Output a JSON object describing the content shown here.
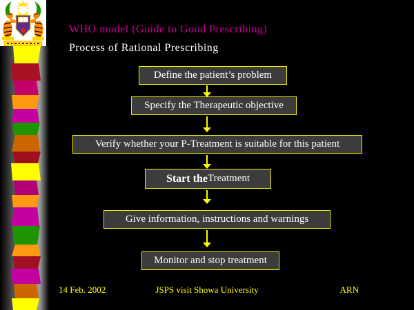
{
  "slide": {
    "title": "WHO model (Guide to Good Prescribing)",
    "subtitle": "Process of Rational Prescribing"
  },
  "flowchart": {
    "steps": [
      {
        "text": "Define the patient’s problem"
      },
      {
        "text": "Specify the Therapeutic objective"
      },
      {
        "text": "Verify whether your P-Treatment is suitable for this patient"
      },
      {
        "text_bold": "Start the",
        "text_regular": " Treatment"
      },
      {
        "text": "Give information, instructions and warnings"
      },
      {
        "text": "Monitor and stop treatment"
      }
    ]
  },
  "footer": {
    "date": "14 Feb. 2002",
    "center": "JSPS visit Showa University",
    "right": "ARN"
  },
  "colors": {
    "background": "#000000",
    "title": "#CC0099",
    "text": "#FFFFFF",
    "yellow": "#FFFF00",
    "box_fill": "#3C3C3C",
    "box_border": "#F0F000"
  },
  "decorations": {
    "crest_icon": "university-coat-of-arms",
    "strip_blocks": [
      {
        "c": "#FFFF00",
        "h": 25
      },
      {
        "c": "#AA1122",
        "h": 25
      },
      {
        "c": "#C4006A",
        "h": 21
      },
      {
        "c": "#FF9912",
        "h": 20
      },
      {
        "c": "#C400A0",
        "h": 20
      },
      {
        "c": "#1E9400",
        "h": 18
      },
      {
        "c": "#CC6600",
        "h": 24
      },
      {
        "c": "#A01020",
        "h": 17
      },
      {
        "c": "#FFFF00",
        "h": 25
      },
      {
        "c": "#B30077",
        "h": 21
      },
      {
        "c": "#FF9912",
        "h": 18
      },
      {
        "c": "#C400A0",
        "h": 27
      },
      {
        "c": "#1E9400",
        "h": 27
      },
      {
        "c": "#FF9912",
        "h": 17
      },
      {
        "c": "#A01020",
        "h": 18
      },
      {
        "c": "#C400A0",
        "h": 22
      },
      {
        "c": "#CC6600",
        "h": 21
      },
      {
        "c": "#FFFF00",
        "h": 17
      }
    ]
  }
}
